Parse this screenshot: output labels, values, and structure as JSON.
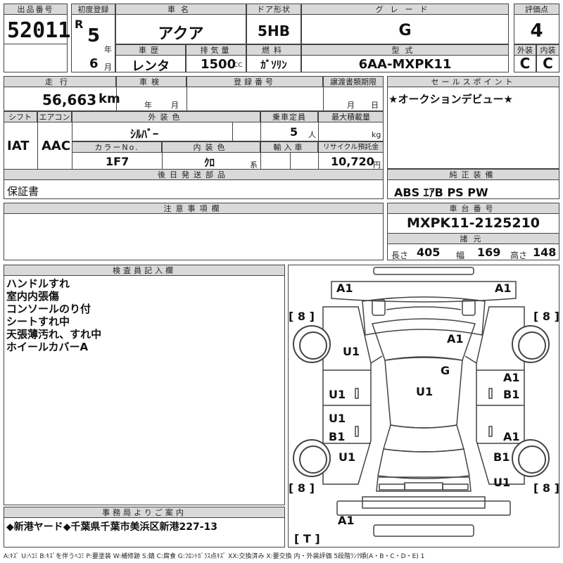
{
  "header": {
    "lot_no_label": "出品番号",
    "lot_no": "52011",
    "first_reg_label": "初度登録",
    "era": "R",
    "year": "5",
    "year_unit": "年",
    "month": "6",
    "month_unit": "月",
    "car_name_label": "車名",
    "car_name": "アクア",
    "door_label": "ドア形状",
    "door": "5HB",
    "grade_label": "グレード",
    "grade": "G",
    "score_label": "評価点",
    "score": "4",
    "history_label": "車歴",
    "history": "レンタ",
    "displacement_label": "排気量",
    "displacement": "1500",
    "cc": "CC",
    "fuel_label": "燃料",
    "fuel": "ｶﾞｿﾘﾝ",
    "model_label": "型式",
    "model": "6AA-MXPK11",
    "ext_label": "外装",
    "ext": "C",
    "int_label": "内装",
    "int": "C"
  },
  "info": {
    "mileage_label": "走行",
    "mileage": "56,663",
    "mileage_unit": "km",
    "inspection_label": "車検",
    "insp_year_unit": "年",
    "insp_month_unit": "月",
    "reg_no_label": "登録番号",
    "transfer_label": "譲渡書類期限",
    "transfer_month_unit": "月",
    "transfer_day_unit": "日",
    "shift_label": "シフト",
    "shift": "IAT",
    "ac_label": "エアコン",
    "ac": "AAC",
    "ext_color_label": "外装色",
    "ext_color": "ｼﾙﾊﾞｰ",
    "capacity_label": "乗車定員",
    "capacity": "5",
    "capacity_unit": "人",
    "max_load_label": "最大積載量",
    "max_load_unit": "kg",
    "color_no_label": "カラーNo.",
    "color_no": "1F7",
    "int_color_label": "内装色",
    "int_color": "ｸﾛ",
    "int_color_unit": "系",
    "import_label": "輸入車",
    "recycle_label": "リサイクル預託金",
    "recycle": "10,720",
    "recycle_unit": "円",
    "later_parts_label": "後日発送部品",
    "later_parts": "保証書",
    "notes_label": "注意事項欄"
  },
  "sales": {
    "label": "セールスポイント",
    "text": "★オークションデビュー★",
    "equip_label": "純正装備",
    "equip": "ABS ｴｱB PS PW",
    "chassis_label": "車台番号",
    "chassis": "MXPK11-2125210",
    "spec_label": "諸元",
    "length_label": "長さ",
    "length": "405",
    "width_label": "幅",
    "width": "169",
    "height_label": "高さ",
    "height": "148"
  },
  "inspector": {
    "label": "検査員記入欄",
    "lines": [
      "ハンドルすれ",
      "室内内張傷",
      "コンソールのり付",
      "シートすれ中",
      "天張薄汚れ、すれ中",
      "ホイールカバーA"
    ]
  },
  "office": {
    "label": "事務局よりご案内",
    "text": "◆新港ヤード◆千葉県千葉市美浜区新港227-13"
  },
  "diagram": {
    "tire_depth": "[ 8 ]",
    "spare": "[ T ]",
    "marks": {
      "front_left": "A1",
      "front_right": "A1",
      "hood_left": "U1",
      "windshield": "A1",
      "roof": "G",
      "roof_center": "U1",
      "right_front_door_a": "A1",
      "right_front_door_b": "B1",
      "left_front_door": "U1",
      "left_rear_door_u": "U1",
      "left_rear_door_b": "B1",
      "right_rear_door": "A1",
      "left_rear_fender": "U1",
      "right_rear_fender": "B1",
      "right_rear_corner": "U1",
      "rear_bumper": "A1"
    }
  },
  "legend": "A:ｷｽﾞ U:ﾍｺﾐ B:ｷｽﾞを伴うﾍｺﾐ P:要塗装 W:補修跡 S:錆 C:腐食 G:ﾌﾛﾝﾄｶﾞﾗｽ点ｷｽﾞ XX:交換済み X:要交換 内・外装評価 5段階ﾗﾝｸ順(A・B・C・D・E) 1"
}
